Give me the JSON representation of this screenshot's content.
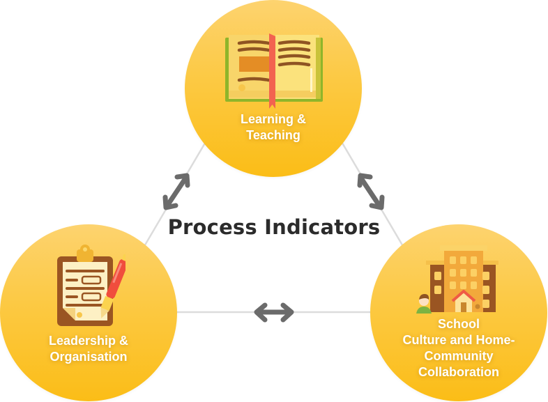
{
  "diagram": {
    "title": "Process Indicators",
    "colors": {
      "circle_top": "#fdd36f",
      "circle_bottom": "#fbbd17",
      "connector_line": "#dcdcdc",
      "arrow": "#6b6b6b",
      "title_text": "#2b2b2b",
      "label_text": "#ffffff"
    },
    "nodes": [
      {
        "id": "learning-teaching",
        "icon": "open-book-icon",
        "label_lines": [
          "Learning &",
          "Teaching"
        ]
      },
      {
        "id": "leadership-organisation",
        "icon": "clipboard-pen-icon",
        "label_lines": [
          "Leadership &",
          "Organisation"
        ]
      },
      {
        "id": "school-culture",
        "icon": "school-building-person-icon",
        "label_lines": [
          "School",
          "Culture and Home-",
          "Community",
          "Collaboration"
        ]
      }
    ],
    "connections": [
      {
        "from": "learning-teaching",
        "to": "leadership-organisation",
        "type": "bidirectional"
      },
      {
        "from": "learning-teaching",
        "to": "school-culture",
        "type": "bidirectional"
      },
      {
        "from": "leadership-organisation",
        "to": "school-culture",
        "type": "bidirectional"
      }
    ]
  }
}
